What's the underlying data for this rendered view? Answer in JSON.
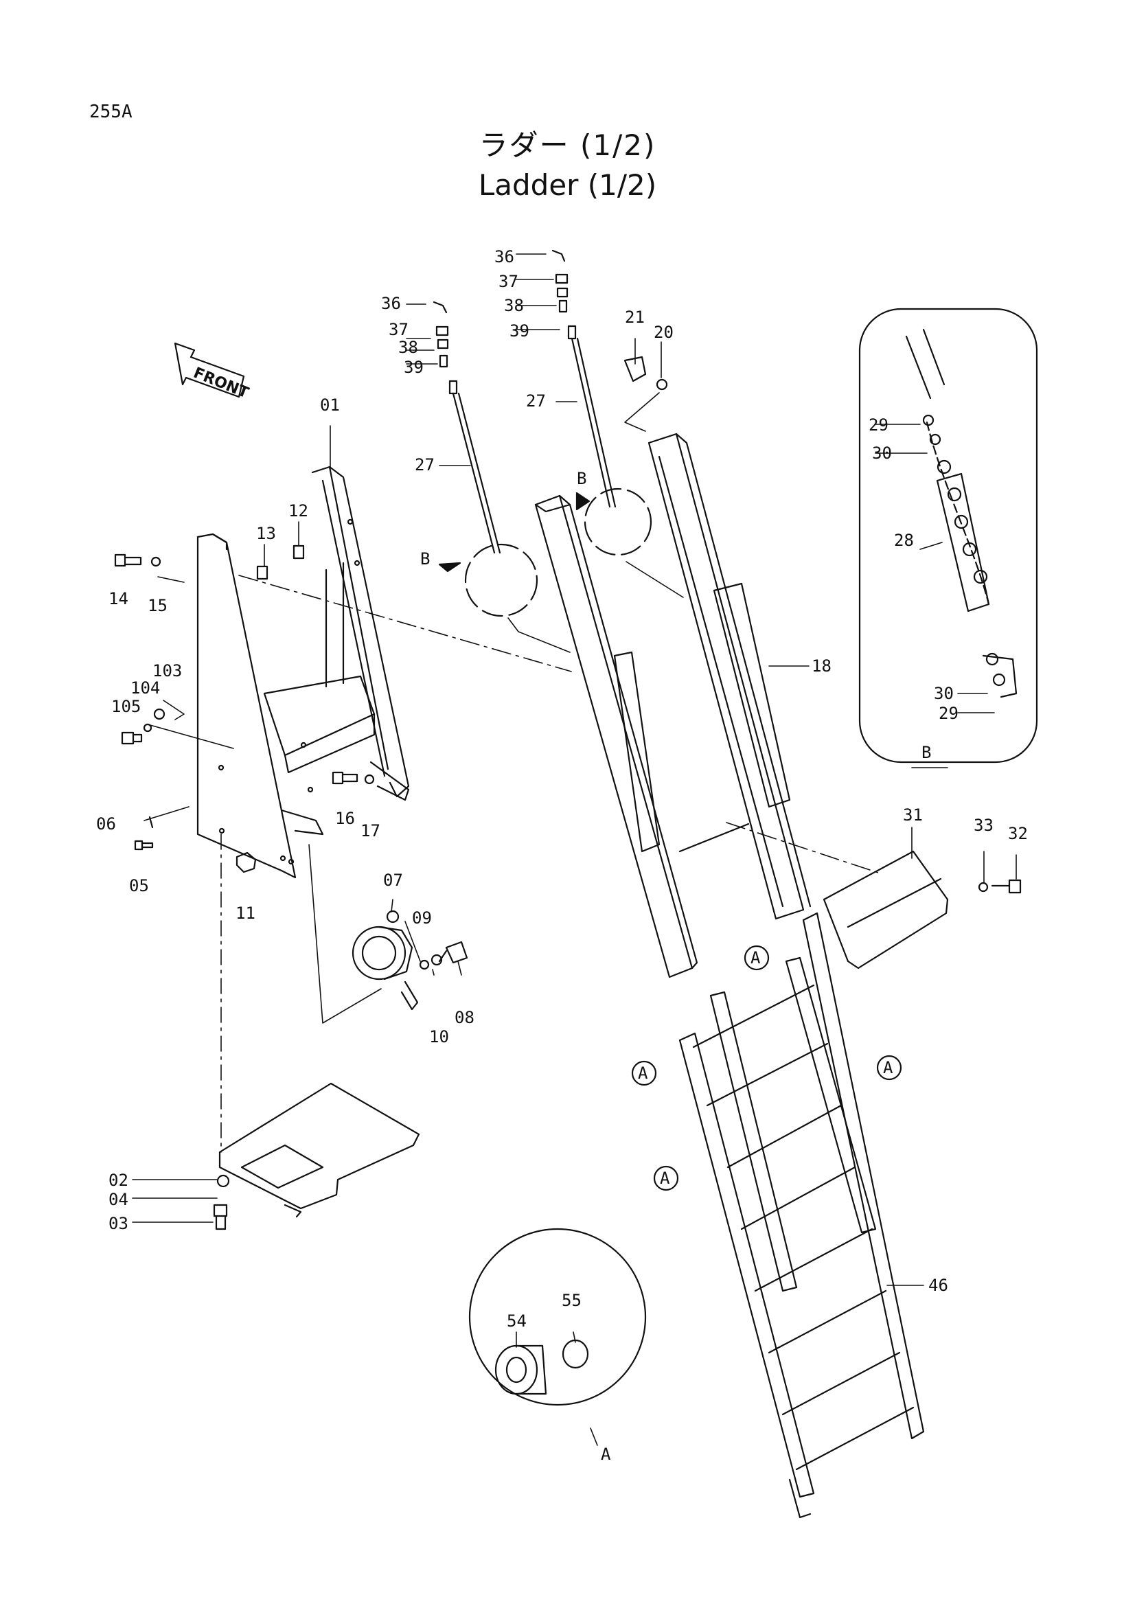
{
  "page_code": "255A",
  "title_jp": "ラダー (1/2)",
  "title_en": "Ladder (1/2)",
  "front_label": "FRONT",
  "detail_letters": {
    "A": "A",
    "B": "B"
  },
  "callouts": [
    {
      "id": "c36a",
      "text": "36"
    },
    {
      "id": "c37a",
      "text": "37"
    },
    {
      "id": "c38a",
      "text": "38"
    },
    {
      "id": "c39a",
      "text": "39"
    },
    {
      "id": "c27a",
      "text": "27"
    },
    {
      "id": "c36b",
      "text": "36"
    },
    {
      "id": "c37b",
      "text": "37"
    },
    {
      "id": "c38b",
      "text": "38"
    },
    {
      "id": "c39b",
      "text": "39"
    },
    {
      "id": "c27b",
      "text": "27"
    },
    {
      "id": "c21",
      "text": "21"
    },
    {
      "id": "c20",
      "text": "20"
    },
    {
      "id": "c01",
      "text": "01"
    },
    {
      "id": "c12",
      "text": "12"
    },
    {
      "id": "c13",
      "text": "13"
    },
    {
      "id": "c14",
      "text": "14"
    },
    {
      "id": "c15",
      "text": "15"
    },
    {
      "id": "c103",
      "text": "103"
    },
    {
      "id": "c104",
      "text": "104"
    },
    {
      "id": "c105",
      "text": "105"
    },
    {
      "id": "c16",
      "text": "16"
    },
    {
      "id": "c17",
      "text": "17"
    },
    {
      "id": "c06",
      "text": "06"
    },
    {
      "id": "c05",
      "text": "05"
    },
    {
      "id": "c11",
      "text": "11"
    },
    {
      "id": "c07",
      "text": "07"
    },
    {
      "id": "c09",
      "text": "09"
    },
    {
      "id": "c10",
      "text": "10"
    },
    {
      "id": "c08",
      "text": "08"
    },
    {
      "id": "c02",
      "text": "02"
    },
    {
      "id": "c04",
      "text": "04"
    },
    {
      "id": "c03",
      "text": "03"
    },
    {
      "id": "c18",
      "text": "18"
    },
    {
      "id": "c29a",
      "text": "29"
    },
    {
      "id": "c30a",
      "text": "30"
    },
    {
      "id": "c28",
      "text": "28"
    },
    {
      "id": "c30b",
      "text": "30"
    },
    {
      "id": "c29b",
      "text": "29"
    },
    {
      "id": "c31",
      "text": "31"
    },
    {
      "id": "c33",
      "text": "33"
    },
    {
      "id": "c32",
      "text": "32"
    },
    {
      "id": "c46",
      "text": "46"
    },
    {
      "id": "c54",
      "text": "54"
    },
    {
      "id": "c55",
      "text": "55"
    }
  ]
}
